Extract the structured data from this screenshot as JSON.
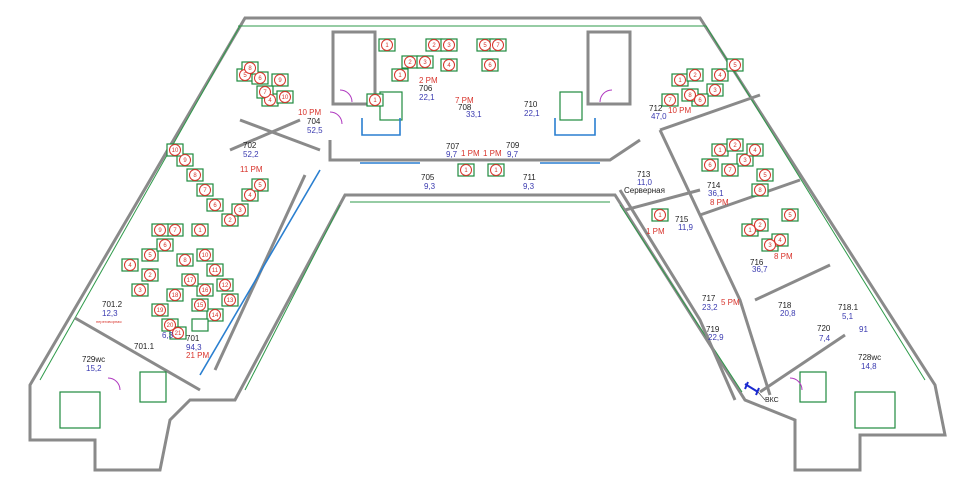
{
  "plan": {
    "rooms": {
      "r704": {
        "num": "704",
        "area": "52,5",
        "seats": "10 PM"
      },
      "r702": {
        "num": "702",
        "area": "52,2",
        "seats": "11 PM"
      },
      "r706": {
        "num": "706",
        "area": "22,1",
        "seats": "2 PM"
      },
      "r708": {
        "num": "708",
        "area": "33,1",
        "seats": "7 PM"
      },
      "r710": {
        "num": "710",
        "area": "22,1"
      },
      "r707": {
        "num": "707",
        "area": "9,7",
        "seats": "1 PM"
      },
      "r709": {
        "num": "709",
        "area": "9,7",
        "seats": "1 PM"
      },
      "r705": {
        "num": "705",
        "area": "9,3"
      },
      "r711": {
        "num": "711",
        "area": "9,3"
      },
      "r712": {
        "num": "712",
        "area": "47,0",
        "seats": "10 PM"
      },
      "r713": {
        "num": "713",
        "area": "11,0",
        "name": "Серверная"
      },
      "r714": {
        "num": "714",
        "area": "36,1",
        "seats": "8 PM"
      },
      "r715": {
        "num": "715",
        "area": "11,9",
        "seats": "1 PM"
      },
      "r716": {
        "num": "716",
        "area": "36,7",
        "seats": "8 PM"
      },
      "r717": {
        "num": "717",
        "area": "23,2",
        "seats": "5 PM"
      },
      "r718": {
        "num": "718",
        "area": "20,8"
      },
      "r718_1": {
        "num": "718.1",
        "area": "5,1",
        "extra": "91"
      },
      "r720": {
        "num": "720",
        "area": "7,4"
      },
      "r719": {
        "num": "719",
        "area": "22,9"
      },
      "r728": {
        "num": "728wc",
        "area": "14,8"
      },
      "r701_2": {
        "num": "701.2",
        "area": "12,3",
        "name": "переговорная"
      },
      "r701_1": {
        "num": "701.1",
        "area": "6,3"
      },
      "r701": {
        "num": "701",
        "area": "94,3",
        "seats": "21 PM"
      },
      "r729": {
        "num": "729wc",
        "area": "15,2"
      }
    },
    "vks_label": "ВКС",
    "seats": [
      "1",
      "2",
      "3",
      "4",
      "5",
      "6",
      "7",
      "1",
      "2",
      "3",
      "4",
      "5",
      "6",
      "7",
      "8",
      "9",
      "10",
      "1",
      "2",
      "3",
      "4",
      "5",
      "6",
      "7",
      "8",
      "9",
      "10",
      "1",
      "2",
      "3",
      "4",
      "5",
      "6",
      "7",
      "8",
      "1",
      "2",
      "3",
      "4",
      "5",
      "6",
      "7",
      "8",
      "1",
      "2",
      "3",
      "4",
      "5",
      "1",
      "1",
      "1",
      "1",
      "2",
      "3",
      "4",
      "5",
      "6",
      "7",
      "8",
      "9",
      "10",
      "11",
      "12",
      "13",
      "14",
      "15",
      "16",
      "17",
      "18",
      "19",
      "20",
      "21"
    ],
    "colors": {
      "wall": "#8a8a8a",
      "furniture": "#1f8a3e",
      "seat": "#d8342c",
      "area": "#3a3ab0",
      "partition": "#2a7fd0"
    }
  }
}
